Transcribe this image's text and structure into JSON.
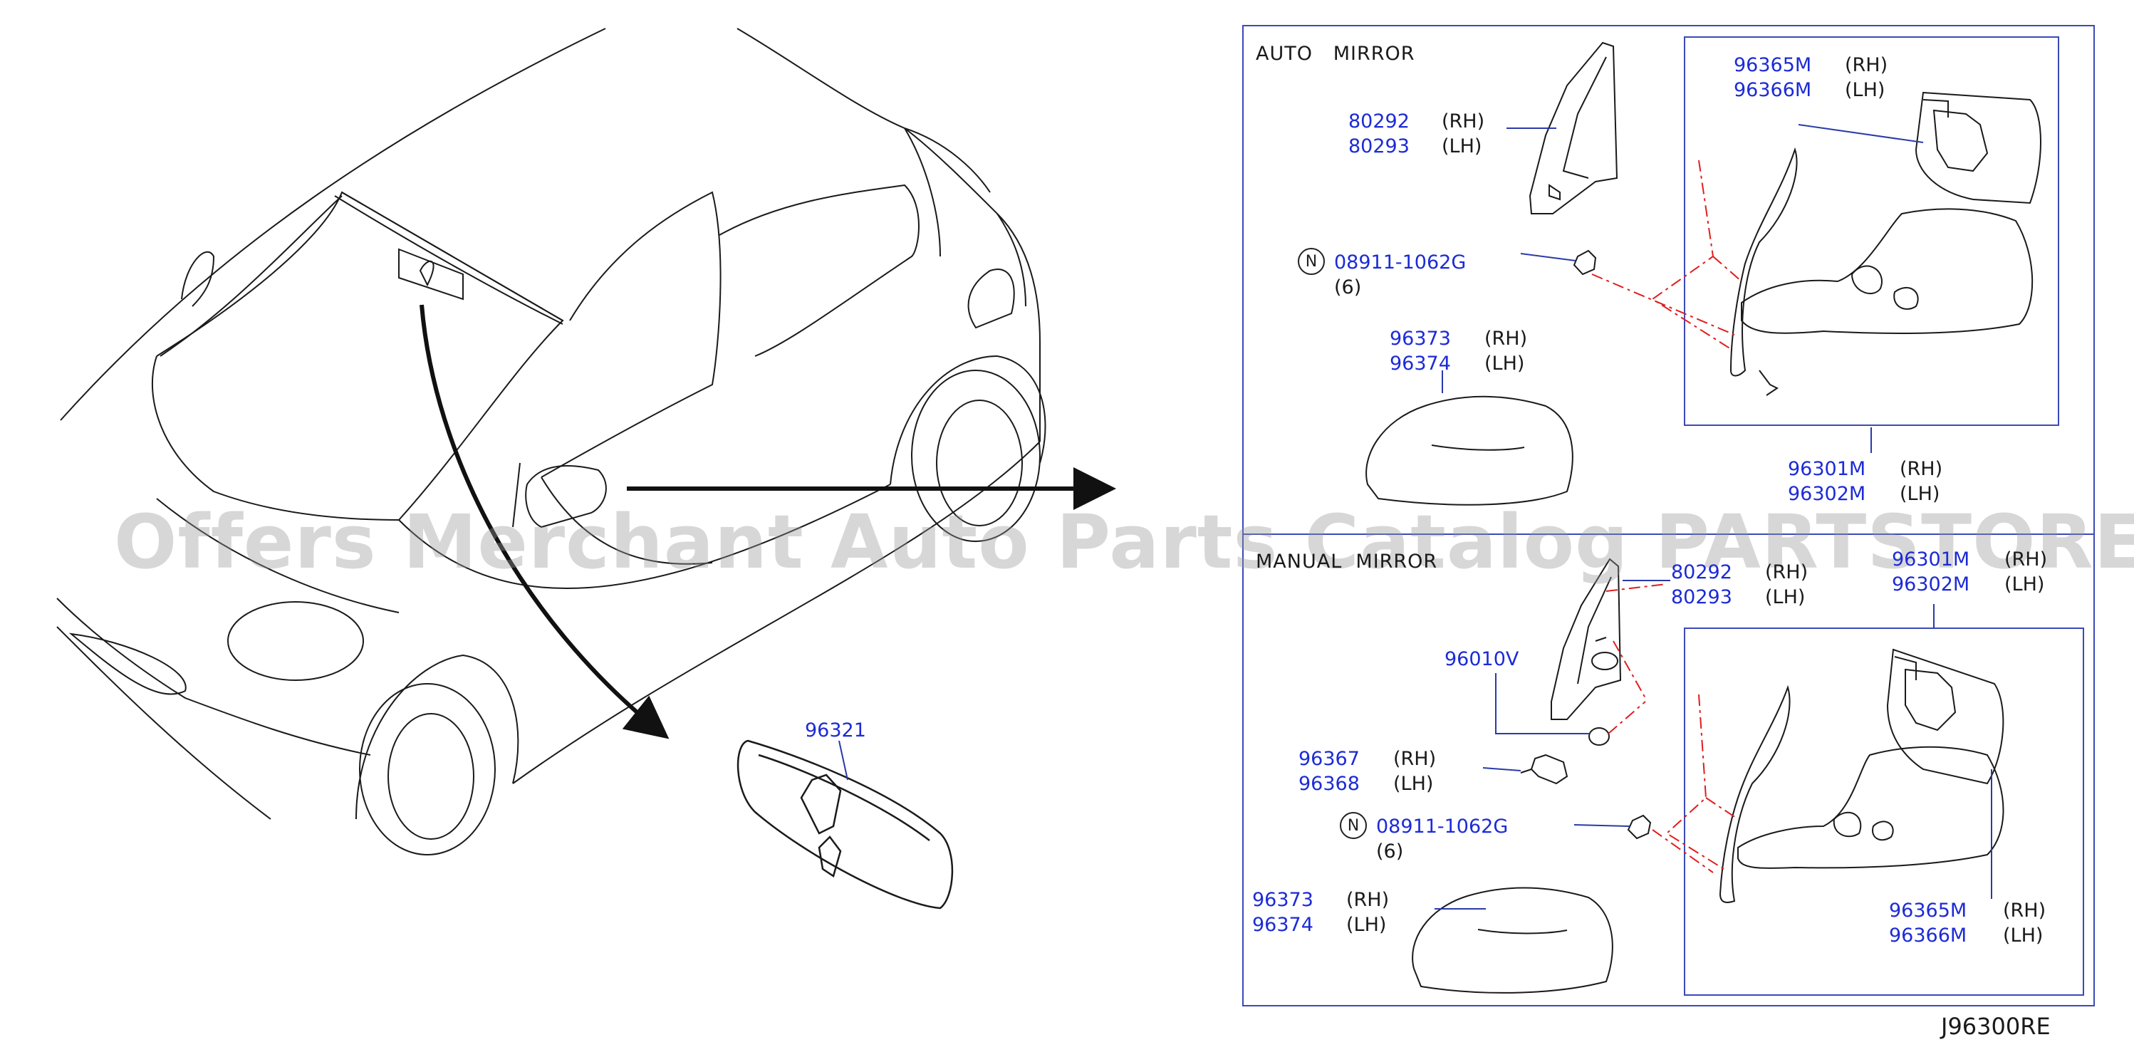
{
  "watermark": "Offers Merchant Auto Parts Catalog PARTSTORE SA",
  "diagram_code": "J96300RE",
  "interior_mirror": {
    "part": "96321"
  },
  "auto_mirror": {
    "title": "AUTO   MIRROR",
    "base": {
      "rh": "80292",
      "lh": "80293",
      "rh_tag": "(RH)",
      "lh_tag": "(LH)"
    },
    "nut": {
      "symbol": "N",
      "part": "08911-1062G",
      "qty": "(6)"
    },
    "cover": {
      "rh": "96373",
      "lh": "96374",
      "rh_tag": "(RH)",
      "lh_tag": "(LH)"
    },
    "glass": {
      "rh": "96365M",
      "lh": "96366M",
      "rh_tag": "(RH)",
      "lh_tag": "(LH)"
    },
    "assembly": {
      "rh": "96301M",
      "lh": "96302M",
      "rh_tag": "(RH)",
      "lh_tag": "(LH)"
    }
  },
  "manual_mirror": {
    "title": "MANUAL  MIRROR",
    "base": {
      "rh": "80292",
      "lh": "80293",
      "rh_tag": "(RH)",
      "lh_tag": "(LH)"
    },
    "knob": {
      "part": "96010V"
    },
    "motor": {
      "rh": "96367",
      "lh": "96368",
      "rh_tag": "(RH)",
      "lh_tag": "(LH)"
    },
    "nut": {
      "symbol": "N",
      "part": "08911-1062G",
      "qty": "(6)"
    },
    "cover": {
      "rh": "96373",
      "lh": "96374",
      "rh_tag": "(RH)",
      "lh_tag": "(LH)"
    },
    "assembly": {
      "rh": "96301M",
      "lh": "96302M",
      "rh_tag": "(RH)",
      "lh_tag": "(LH)"
    },
    "glass": {
      "rh": "96365M",
      "lh": "96366M",
      "rh_tag": "(RH)",
      "lh_tag": "(LH)"
    }
  },
  "colors": {
    "part_number": "#1c2bd6",
    "frame": "#3a4ab8",
    "leader": "#2a3aa8",
    "dash": "#e01e1e",
    "line": "#1a1a1a"
  }
}
